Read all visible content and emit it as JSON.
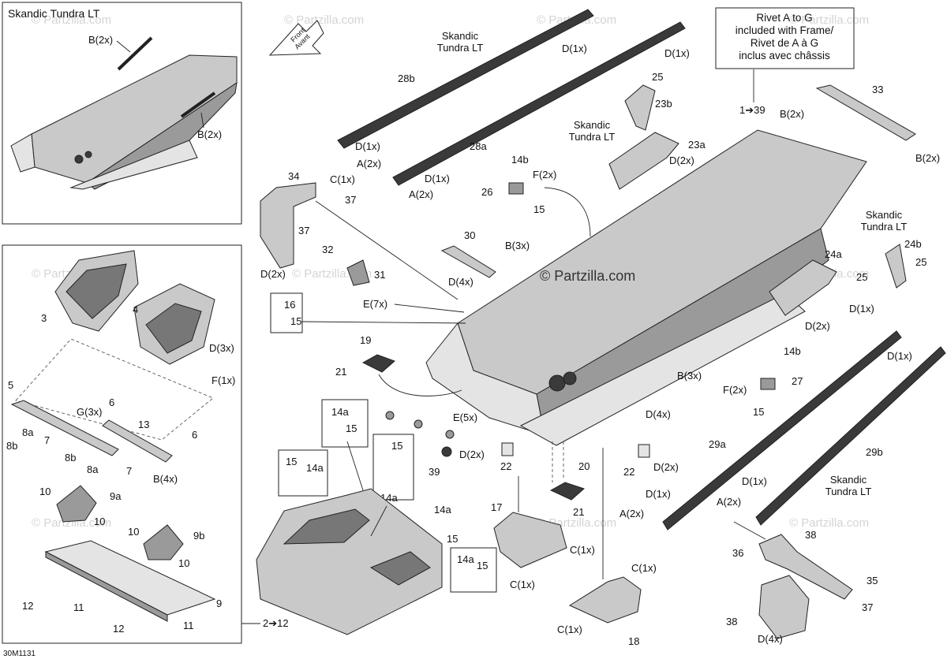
{
  "diagram": {
    "copyright": "© Partzilla.com",
    "watermark": "© Partzilla.com",
    "figure_code": "30M1131",
    "front_arrow": {
      "line1": "Front",
      "line2": "Avant"
    },
    "note_box": {
      "line1": "Rivet A to G",
      "line2": "included with Frame/",
      "line3": "Rivet de A à G",
      "line4": "inclus avec châssis"
    },
    "model_labels": {
      "inset_title": "Skandic Tundra LT",
      "rail_top_l1": "Skandic",
      "rail_top_l2": "Tundra LT",
      "bracket_23b_l1": "Skandic",
      "bracket_23b_l2": "Tundra LT",
      "bracket_24b_l1": "Skandic",
      "bracket_24b_l2": "Tundra LT",
      "rail_29b_l1": "Skandic",
      "rail_29b_l2": "Tundra LT"
    },
    "callouts": {
      "c_b2x_a": "B(2x)",
      "c_b2x_b": "B(2x)",
      "c_d1x_a": "D(1x)",
      "c_d1x_b": "D(1x)",
      "c_28b": "28b",
      "c_d1x_c": "D(1x)",
      "c_a2x_a": "A(2x)",
      "c_28a": "28a",
      "c_d1x_d": "D(1x)",
      "c_a2x_b": "A(2x)",
      "c_25_a": "25",
      "c_23b": "23b",
      "c_23a": "23a",
      "c_d2x_a": "D(2x)",
      "c_14b_a": "14b",
      "c_f2x_a": "F(2x)",
      "c_26": "26",
      "c_15_a": "15",
      "c_1to39": "1➔39",
      "c_b2x_c": "B(2x)",
      "c_33": "33",
      "c_b2x_d": "B(2x)",
      "c_34": "34",
      "c_c1x_a": "C(1x)",
      "c_37_a": "37",
      "c_37_b": "37",
      "c_d2x_b": "D(2x)",
      "c_30": "30",
      "c_b3x_a": "B(3x)",
      "c_32": "32",
      "c_31": "31",
      "c_d4x_a": "D(4x)",
      "c_e7x": "E(7x)",
      "c_16": "16",
      "c_15_b": "15",
      "c_24a": "24a",
      "c_24b": "24b",
      "c_25_b": "25",
      "c_25_c": "25",
      "c_d2x_c": "D(2x)",
      "c_3": "3",
      "c_4": "4",
      "c_d3x": "D(3x)",
      "c_f1x": "F(1x)",
      "c_5": "5",
      "c_6_a": "6",
      "c_g3x": "G(3x)",
      "c_8a_a": "8a",
      "c_8b_a": "8b",
      "c_7_a": "7",
      "c_13": "13",
      "c_6_b": "6",
      "c_8b_b": "8b",
      "c_8a_b": "8a",
      "c_7_b": "7",
      "c_b4x": "B(4x)",
      "c_19": "19",
      "c_21_a": "21",
      "c_e5x": "E(5x)",
      "c_b3x_b": "B(3x)",
      "c_d4x_b": "D(4x)",
      "c_14b_b": "14b",
      "c_27": "27",
      "c_f2x_b": "F(2x)",
      "c_15_c": "15",
      "c_d1x_e": "D(1x)",
      "c_d1x_f": "D(1x)",
      "c_14a_a": "14a",
      "c_15_d": "15",
      "c_15_e": "15",
      "c_14a_b": "14a",
      "c_15_f": "15",
      "c_14a_c": "14a",
      "c_39": "39",
      "c_d2x_d": "D(2x)",
      "c_22_a": "22",
      "c_22_b": "22",
      "c_d2x_e": "D(2x)",
      "c_20": "20",
      "c_21_b": "21",
      "c_29a": "29a",
      "c_29b": "29b",
      "c_d1x_g": "D(1x)",
      "c_a2x_c": "A(2x)",
      "c_d1x_h": "D(1x)",
      "c_a2x_d": "A(2x)",
      "c_10_a": "10",
      "c_9a": "9a",
      "c_10_b": "10",
      "c_10_c": "10",
      "c_9b": "9b",
      "c_10_d": "10",
      "c_17": "17",
      "c_c1x_b": "C(1x)",
      "c_c1x_c": "C(1x)",
      "c_14a_d": "14a",
      "c_15_g": "15",
      "c_14a_e": "14a",
      "c_15_h": "15",
      "c_c1x_d": "C(1x)",
      "c_c1x_e": "C(1x)",
      "c_18": "18",
      "c_38_a": "38",
      "c_36": "36",
      "c_35": "35",
      "c_37_c": "37",
      "c_38_b": "38",
      "c_d4x_c": "D(4x)",
      "c_12_a": "12",
      "c_11_a": "11",
      "c_9": "9",
      "c_12_b": "12",
      "c_11_b": "11",
      "c_2to12": "2➔12"
    }
  }
}
